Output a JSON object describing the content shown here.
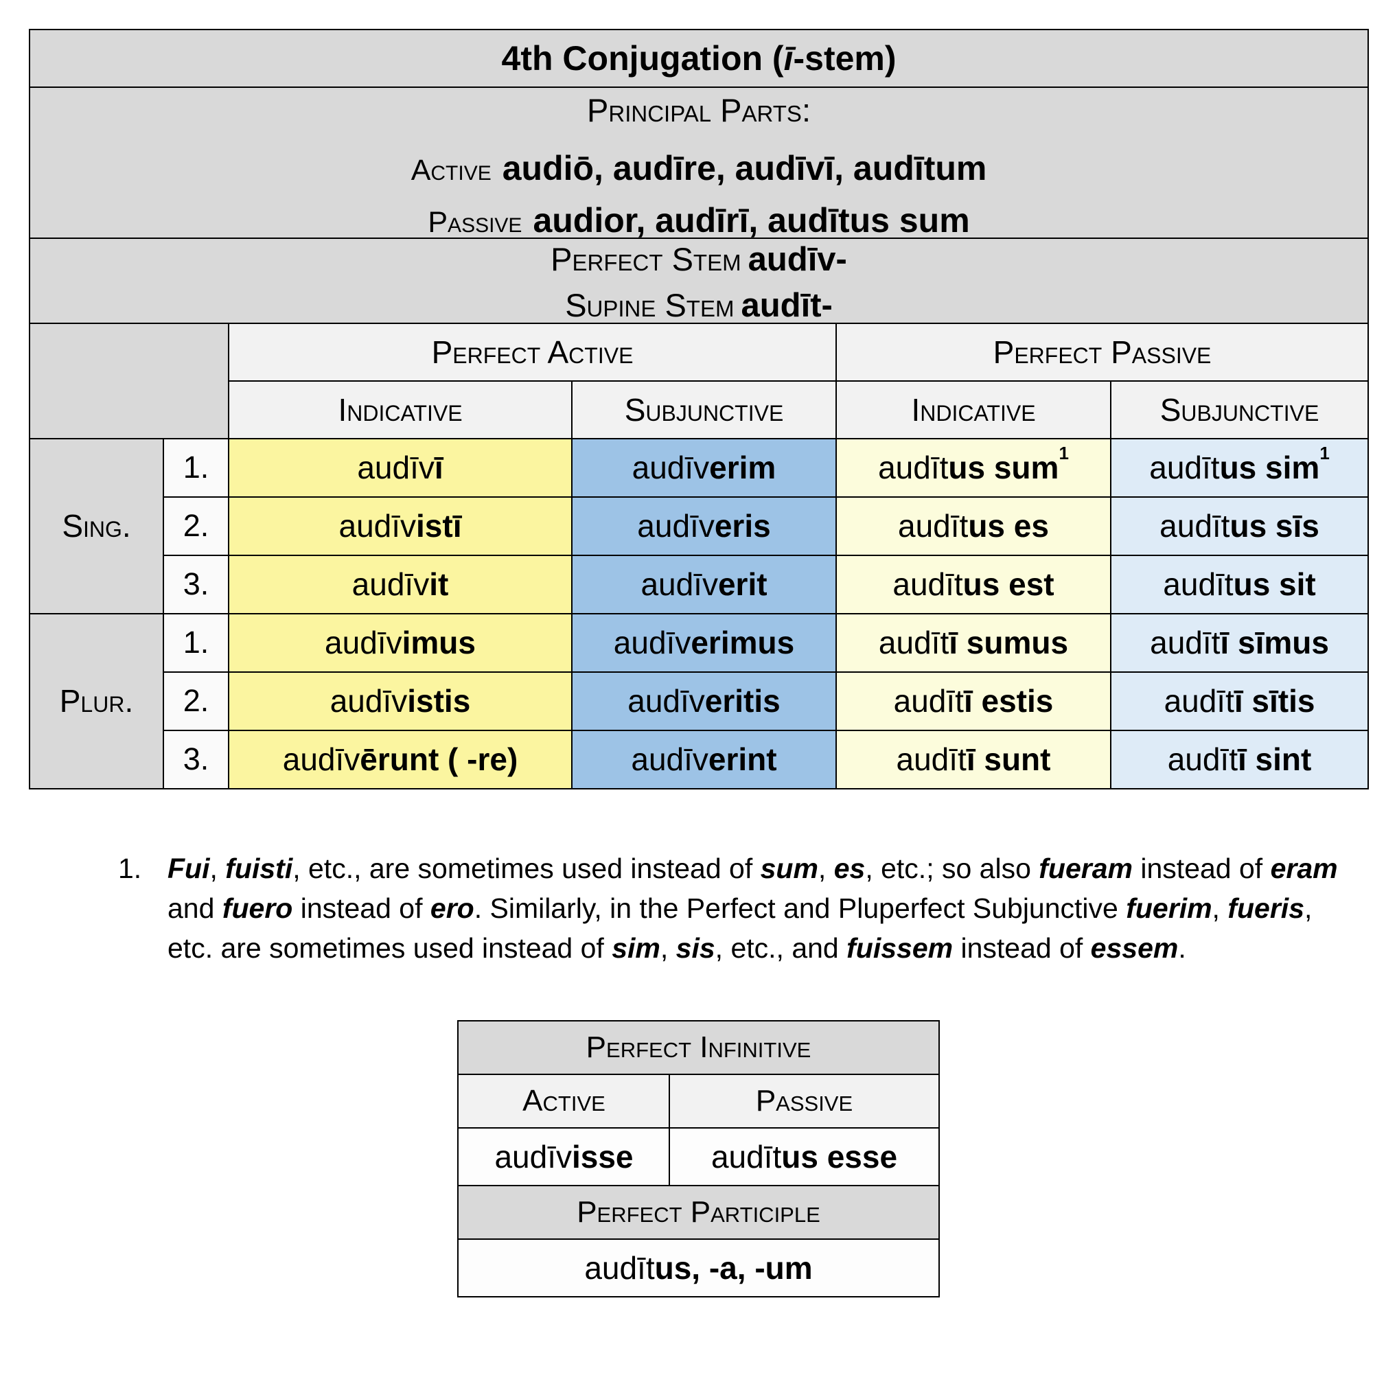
{
  "colors": {
    "header_gray": "#D9D9D9",
    "subheader_gray": "#F2F2F2",
    "act_ind_bg": "#FBF5A0",
    "act_subj_bg": "#9DC3E6",
    "pass_ind_bg": "#FCFCDC",
    "pass_subj_bg": "#DEEBF7"
  },
  "main_table": {
    "title": {
      "pre": "4th Conjugation (",
      "italic": "ī",
      "post": "-stem)"
    },
    "principal_parts": {
      "label": "Principal Parts:",
      "active_label": "Active",
      "active_forms": "audiō, audīre, audīvī, audītum",
      "passive_label": "Passive",
      "passive_forms": "audior, audīrī, audītus sum"
    },
    "stems": [
      {
        "label": "Perfect Stem",
        "value": "audīv-"
      },
      {
        "label": "Supine Stem",
        "value": "audīt-"
      }
    ],
    "col_groups": [
      "Perfect Active",
      "Perfect Passive"
    ],
    "col_headers": [
      "Indicative",
      "Subjunctive",
      "Indicative",
      "Subjunctive"
    ],
    "row_groups": [
      {
        "label": "Sing.",
        "rows": [
          {
            "num": "1.",
            "cells": [
              {
                "stem": "audīv",
                "ending": "ī"
              },
              {
                "stem": "audīv",
                "ending": "erim"
              },
              {
                "stem": "audīt",
                "ending": "us sum",
                "sup": "1"
              },
              {
                "stem": "audīt",
                "ending": "us sim",
                "sup": "1"
              }
            ]
          },
          {
            "num": "2.",
            "cells": [
              {
                "stem": "audīv",
                "ending": "istī"
              },
              {
                "stem": "audīv",
                "ending": "eris"
              },
              {
                "stem": "audīt",
                "ending": "us es"
              },
              {
                "stem": "audīt",
                "ending": "us sīs"
              }
            ]
          },
          {
            "num": "3.",
            "cells": [
              {
                "stem": "audīv",
                "ending": "it"
              },
              {
                "stem": "audīv",
                "ending": "erit"
              },
              {
                "stem": "audīt",
                "ending": "us est"
              },
              {
                "stem": "audīt",
                "ending": "us sit"
              }
            ]
          }
        ]
      },
      {
        "label": "Plur.",
        "rows": [
          {
            "num": "1.",
            "cells": [
              {
                "stem": "audīv",
                "ending": "imus"
              },
              {
                "stem": "audīv",
                "ending": "erimus"
              },
              {
                "stem": "audīt",
                "ending": "ī sumus"
              },
              {
                "stem": "audīt",
                "ending": "ī sīmus"
              }
            ]
          },
          {
            "num": "2.",
            "cells": [
              {
                "stem": "audīv",
                "ending": "istis"
              },
              {
                "stem": "audīv",
                "ending": "eritis"
              },
              {
                "stem": "audīt",
                "ending": "ī estis"
              },
              {
                "stem": "audīt",
                "ending": "ī sītis"
              }
            ]
          },
          {
            "num": "3.",
            "cells": [
              {
                "stem": "audīv",
                "ending": "ērunt ( -re)"
              },
              {
                "stem": "audīv",
                "ending": "erint"
              },
              {
                "stem": "audīt",
                "ending": "ī sunt"
              },
              {
                "stem": "audīt",
                "ending": "ī sint"
              }
            ]
          }
        ]
      }
    ]
  },
  "footnote": {
    "number": "1.",
    "segments": [
      {
        "t": "Fui",
        "em": true
      },
      {
        "t": ", ",
        "em": false
      },
      {
        "t": "fuisti",
        "em": true
      },
      {
        "t": ", etc., are sometimes used instead of ",
        "em": false
      },
      {
        "t": "sum",
        "em": true
      },
      {
        "t": ", ",
        "em": false
      },
      {
        "t": "es",
        "em": true
      },
      {
        "t": ", etc.; so also ",
        "em": false
      },
      {
        "t": "fueram",
        "em": true
      },
      {
        "t": " instead of ",
        "em": false
      },
      {
        "t": "eram",
        "em": true
      },
      {
        "t": " and ",
        "em": false
      },
      {
        "t": "fuero",
        "em": true
      },
      {
        "t": " instead of ",
        "em": false
      },
      {
        "t": "ero",
        "em": true
      },
      {
        "t": ". Similarly, in the Perfect and Pluperfect Subjunctive ",
        "em": false
      },
      {
        "t": "fuerim",
        "em": true
      },
      {
        "t": ", ",
        "em": false
      },
      {
        "t": "fueris",
        "em": true
      },
      {
        "t": ", etc. are sometimes used instead of ",
        "em": false
      },
      {
        "t": "sim",
        "em": true
      },
      {
        "t": ", ",
        "em": false
      },
      {
        "t": "sis",
        "em": true
      },
      {
        "t": ", etc., and ",
        "em": false
      },
      {
        "t": "fuissem",
        "em": true
      },
      {
        "t": " instead of ",
        "em": false
      },
      {
        "t": "essem",
        "em": true
      },
      {
        "t": ".",
        "em": false
      }
    ]
  },
  "bottom_table": {
    "title": "Perfect Infinitive",
    "col_headers": [
      "Active",
      "Passive"
    ],
    "forms": [
      {
        "stem": "audīv",
        "ending": "isse"
      },
      {
        "stem": "audīt",
        "ending": "us esse"
      }
    ],
    "participle_title": "Perfect Participle",
    "participle": {
      "stem": "audīt",
      "ending": "us, -a, -um"
    }
  }
}
